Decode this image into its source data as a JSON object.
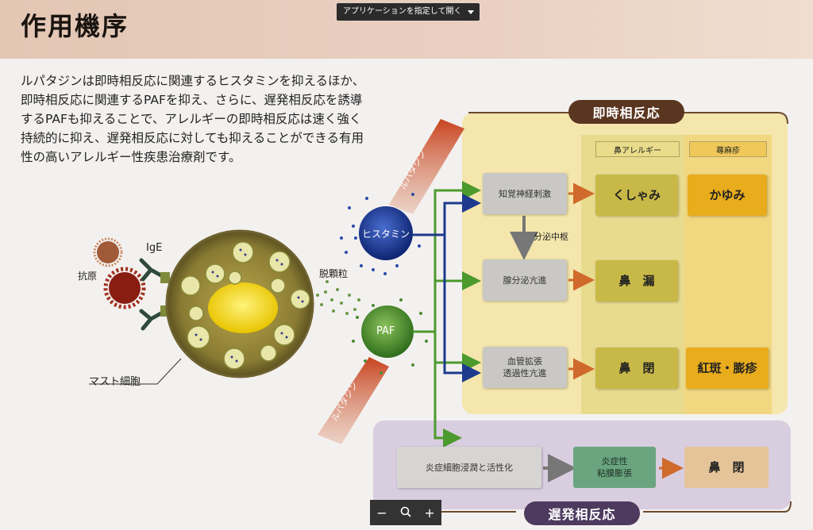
{
  "header": {
    "title": "作用機序",
    "open_with_label": "アプリケーションを指定して開く"
  },
  "intro_lines": [
    "ルパタジンは即時相反応に関連するヒスタミンを抑えるほか、",
    "即時相反応に関連するPAFを抑え、さらに、遅発相反応を誘導",
    "するPAFも抑えることで、アレルギーの即時相反応は速く強く",
    "持続的に抑え、遅発相反応に対しても抑えることができる有用",
    "性の高いアレルギー性疾患治療剤です。"
  ],
  "cell": {
    "antigen_label": "抗原",
    "ige_label": "IgE",
    "mast_cell_label": "マスト細胞",
    "degranulation_label": "脱顆粒"
  },
  "mediators": {
    "histamine": "ヒスタミン",
    "paf": "PAF"
  },
  "drug_label": "ルパタジン",
  "immediate": {
    "title": "即時相反応",
    "col_nasal": "鼻アレルギー",
    "col_urticaria": "蕁麻疹",
    "step1": "知覚神経刺激",
    "secretion_center": "分泌中枢",
    "step2": "腺分泌亢進",
    "step3_line1": "血管拡張",
    "step3_line2": "透過性亢進",
    "sym_sneeze": "くしゃみ",
    "sym_itch": "かゆみ",
    "sym_rhinorrhea": "鼻　漏",
    "sym_congestion": "鼻　閉",
    "sym_erythema": "紅斑・膨疹"
  },
  "late": {
    "title": "遅発相反応",
    "step1": "炎症細胞浸潤と活性化",
    "step2_line1": "炎症性",
    "step2_line2": "粘膜膨張",
    "symptom": "鼻　閉"
  },
  "colors": {
    "histamine": "#1f3c9c",
    "paf": "#4a8d2e",
    "arrow_green": "#4c9a2e",
    "arrow_blue": "#1d3a8c",
    "arrow_orange": "#d06a2c",
    "immediate_panel": "#f4e4a4",
    "late_panel": "#d9cde0"
  }
}
